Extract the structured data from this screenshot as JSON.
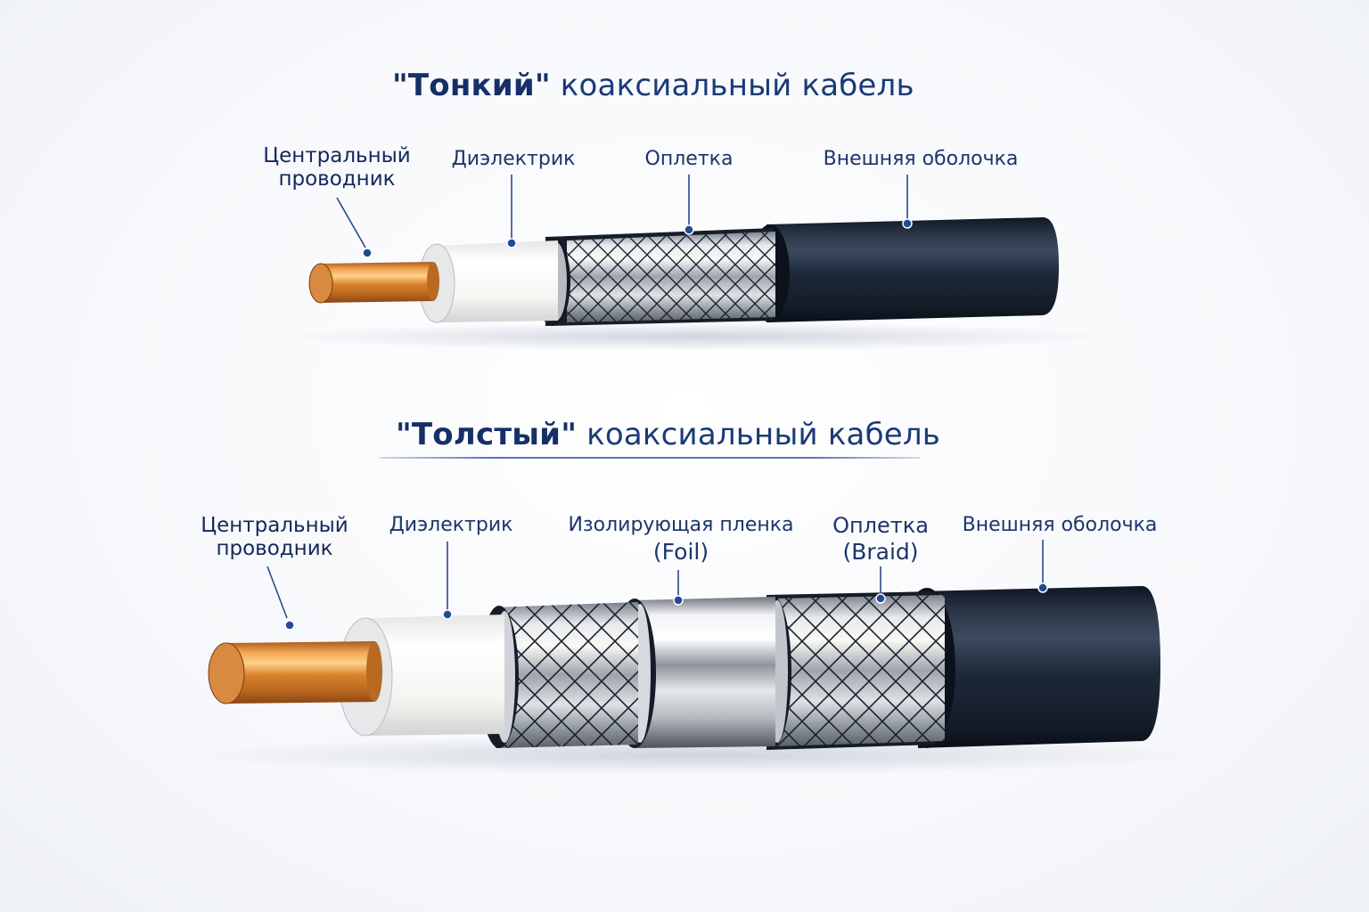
{
  "thin_cable": {
    "title_bold": "\"Тонкий\"",
    "title_rest": " коаксиальный кабель",
    "labels": [
      {
        "id": "central-conductor",
        "line1": "Центральный",
        "line2": "проводник"
      },
      {
        "id": "dielectric",
        "line1": "Диэлектрик"
      },
      {
        "id": "braid",
        "line1": "Оплетка"
      },
      {
        "id": "outer-jacket",
        "line1": "Внешняя оболочка"
      }
    ]
  },
  "thick_cable": {
    "title_bold": "\"Толстый\"",
    "title_rest": " коаксиальный кабель",
    "labels": [
      {
        "id": "central-conductor",
        "line1": "Центральный",
        "line2": "проводник"
      },
      {
        "id": "dielectric",
        "line1": "Диэлектрик"
      },
      {
        "id": "foil",
        "line1": "Изолирующая пленка",
        "line2": "(Foil)"
      },
      {
        "id": "braid",
        "line1": "Оплетка",
        "line2": "(Braid)"
      },
      {
        "id": "outer-jacket",
        "line1": "Внешняя оболочка"
      }
    ]
  },
  "colors": {
    "title": "#1a3a78",
    "label": "#1c356b",
    "leader": "#2a4a8a",
    "copper": "#d9822b",
    "dielectric": "#f4f4f2",
    "braid_metal": "#c8ccd2",
    "foil": "#d6dadf",
    "jacket": "#1d2838"
  }
}
